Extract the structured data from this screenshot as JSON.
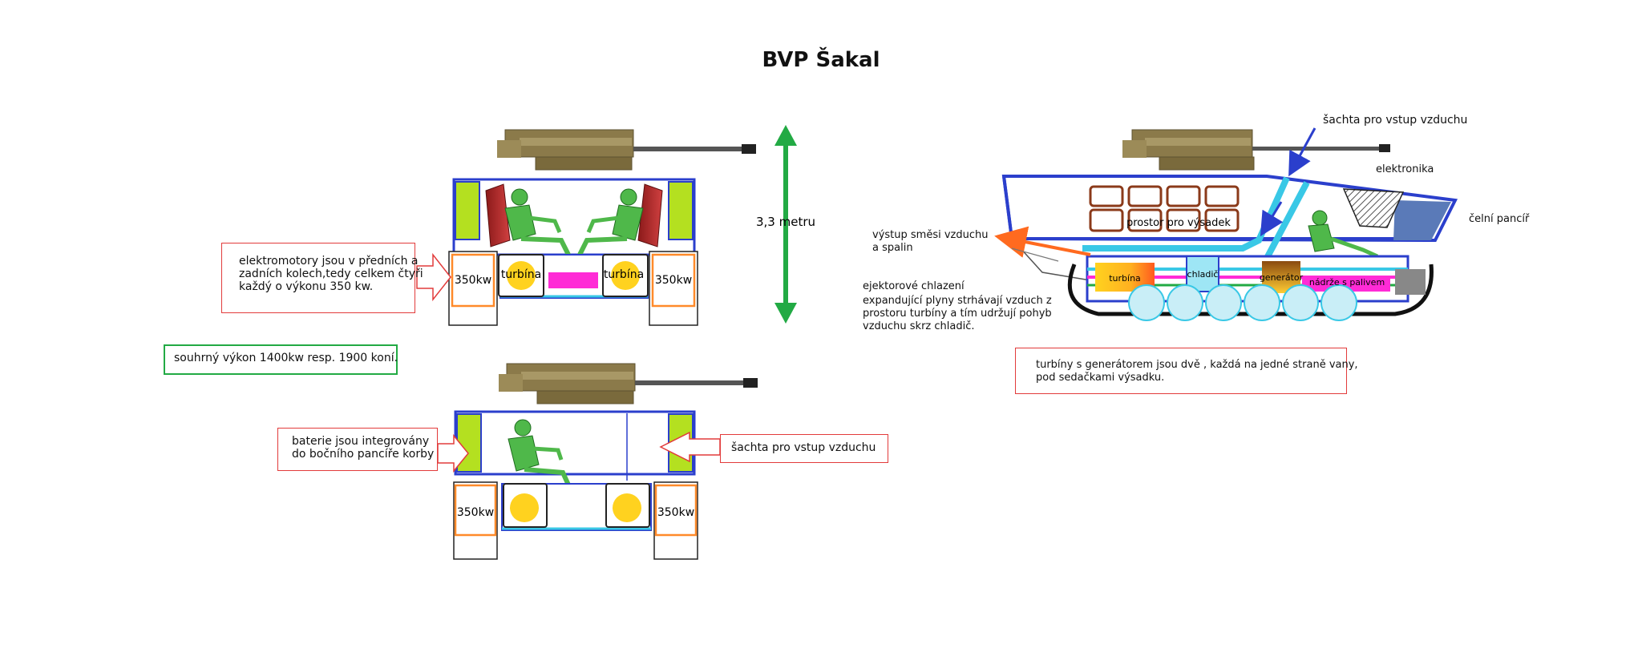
{
  "title": "BVP Šakal",
  "height_label": "3,3 metru",
  "note_motors": "elektromotory jsou v předních a\nzadních kolech,tedy celkem čtyři\nkaždý o výkonu 350 kw.",
  "note_total": "souhrný výkon 1400kw resp. 1900 koní.",
  "note_batteries": "baterie jsou integrovány\ndo bočního pancíře korby",
  "note_shaft": "šachta pro vstup vzduchu",
  "note_turbines": "turbíny s generátorem jsou dvě , každá na jedné straně vany,\npod sedačkami výsadku.",
  "motor_power_label": "350kw",
  "turbine_label": "turbína",
  "side_view": {
    "shaft_label": "šachta pro vstup vzduchu",
    "electronics_label": "elektronika",
    "front_armor_label": "čelní pancíř",
    "troop_space_label": "prostor pro výsadek",
    "exhaust_label": "výstup směsi vzduchu\na spalin",
    "ejector_title": "ejektorové chlazení",
    "ejector_text": "expandující plyny strhávají vzduch z\nprostoru turbíny a tím udržují pohyb\nvzduchu skrz chladič.",
    "turbine_label": "turbína",
    "cooler_label": "chladič",
    "generator_label": "generátor",
    "fuel_label": "nádrže s palivem"
  },
  "colors": {
    "hull_blue": "#2b3fcc",
    "battery_green": "#b4e020",
    "turret": "#8b7a4a",
    "turbine_yellow": "#ffd21f",
    "fuel_magenta": "#ff2bd6",
    "arrow_green": "#22aa44",
    "callout_red": "#e23b3b",
    "duct_cyan": "#39c8e6",
    "seat_brown": "#8b3a1a"
  }
}
